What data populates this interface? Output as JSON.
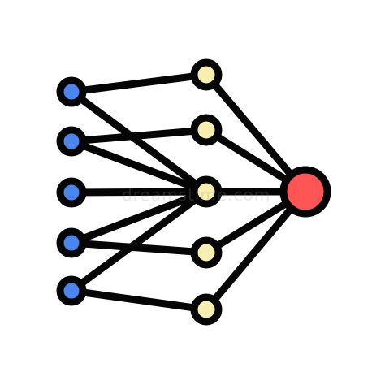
{
  "icon": {
    "name": "neural-network-icon",
    "colors": {
      "stroke": "#050505",
      "input_fill": "#4a86f0",
      "hidden_fill": "#f6f0b0",
      "output_fill": "#ff5555",
      "background": "#ffffff"
    },
    "layers": [
      {
        "name": "input",
        "node_count": 5
      },
      {
        "name": "hidden",
        "node_count": 5
      },
      {
        "name": "output",
        "node_count": 1
      }
    ],
    "watermark_text": "dreamstime.com"
  }
}
